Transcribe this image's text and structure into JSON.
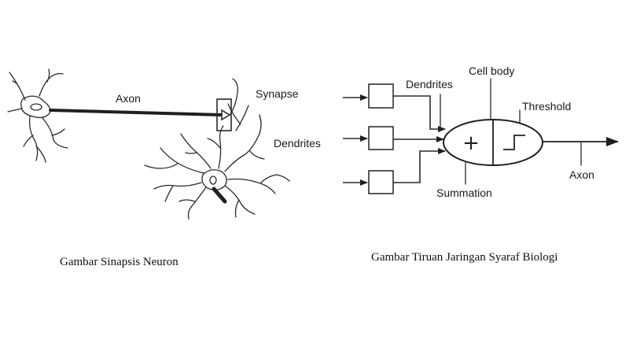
{
  "left_diagram": {
    "labels": {
      "axon": "Axon",
      "synapse": "Synapse",
      "dendrites": "Dendrites"
    },
    "caption": "Gambar Sinapsis Neuron"
  },
  "right_diagram": {
    "labels": {
      "dendrites": "Dendrites",
      "cell_body": "Cell body",
      "threshold": "Threshold",
      "summation": "Summation",
      "axon": "Axon"
    },
    "symbols": {
      "sum": "+"
    },
    "caption": "Gambar Tiruan Jaringan Syaraf Biologi"
  },
  "colors": {
    "ink": "#2a2a2a",
    "background": "#ffffff"
  }
}
